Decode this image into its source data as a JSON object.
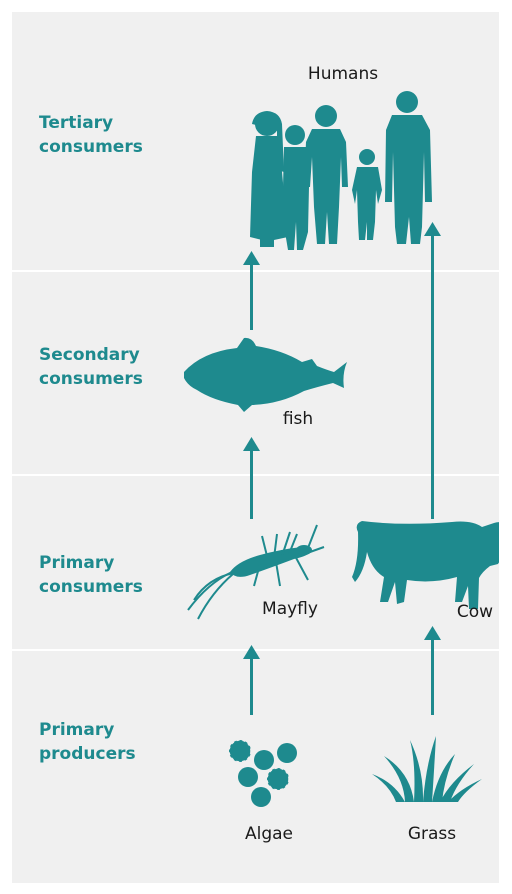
{
  "colors": {
    "accent": "#1e8a8e",
    "label_text": "#1e8a8e",
    "background": "#f0f0f0"
  },
  "levels": [
    {
      "label": "Tertiary\nconsumers"
    },
    {
      "label": "Secondary\nconsumers"
    },
    {
      "label": "Primary\nconsumers"
    },
    {
      "label": "Primary\nproducers"
    }
  ],
  "organisms": {
    "humans": "Humans",
    "fish": "fish",
    "mayfly": "Mayfly",
    "cow": "Cow",
    "algae": "Algae",
    "grass": "Grass"
  },
  "icons": {
    "humans": "humans-silhouette-icon",
    "fish": "fish-silhouette-icon",
    "mayfly": "mayfly-silhouette-icon",
    "cow": "cow-silhouette-icon",
    "algae": "algae-cells-icon",
    "grass": "grass-tuft-icon"
  }
}
